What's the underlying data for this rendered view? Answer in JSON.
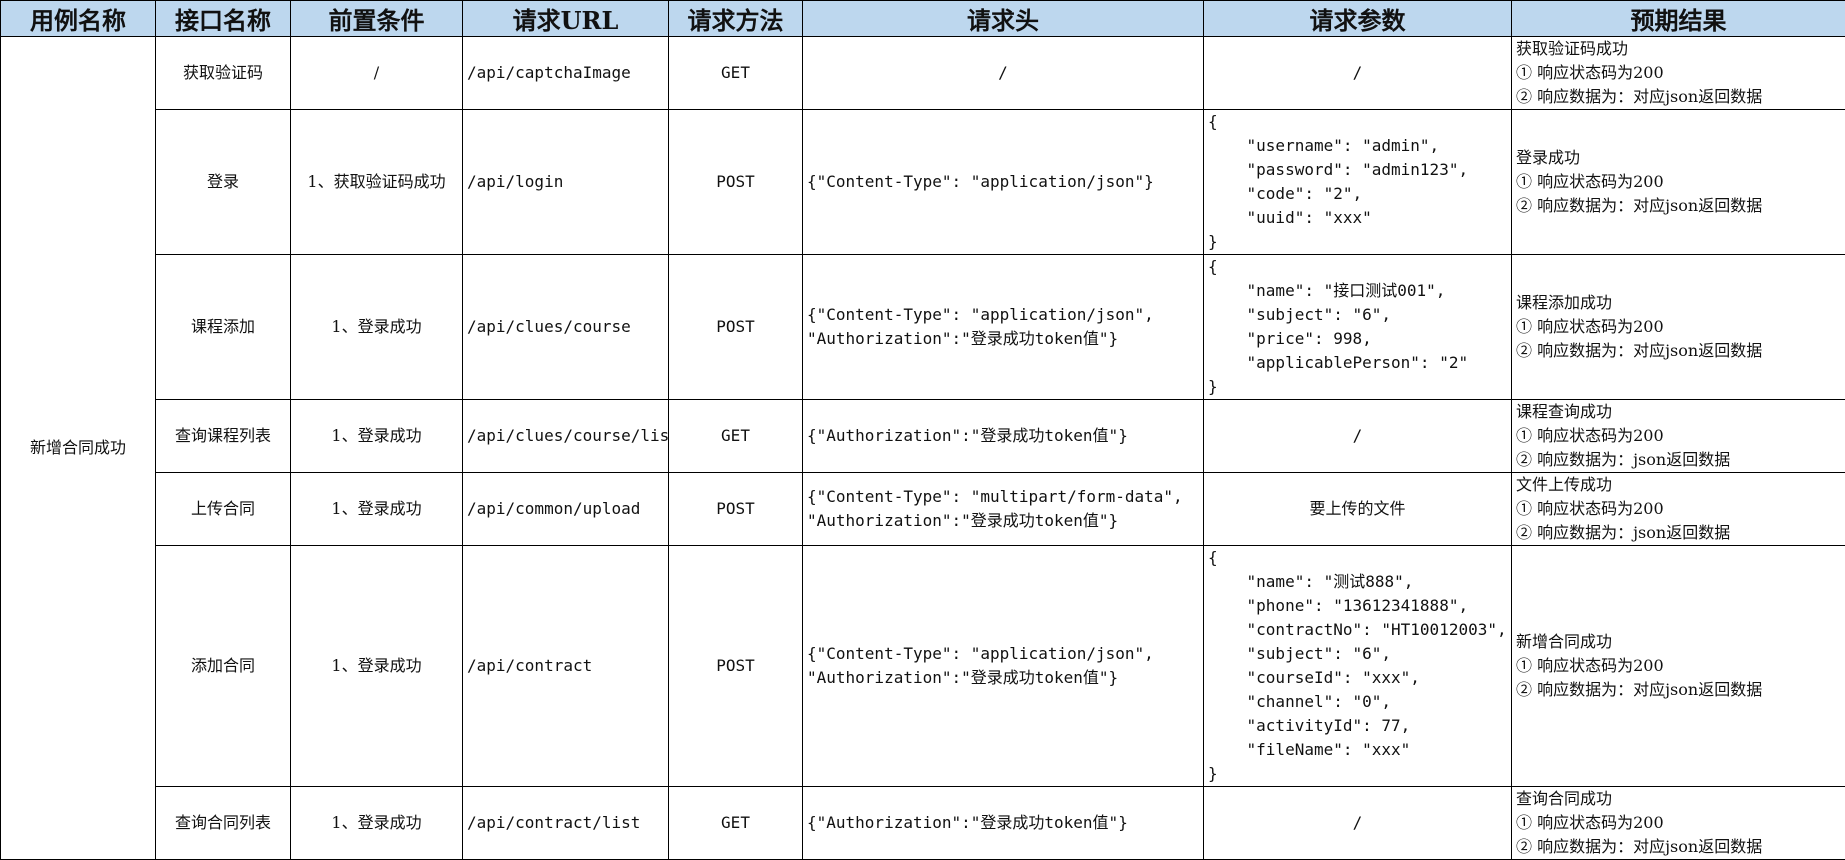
{
  "headers": [
    "用例名称",
    "接口名称",
    "前置条件",
    "请求URL",
    "请求方法",
    "请求头",
    "请求参数",
    "预期结果"
  ],
  "case_name": "新增合同成功",
  "rows": [
    {
      "interface": "获取验证码",
      "precondition": "/",
      "url": "/api/captchaImage",
      "method": "GET",
      "headers": "/",
      "params": "/",
      "expected": [
        "获取验证码成功",
        "① 响应状态码为200",
        "② 响应数据为：对应json返回数据"
      ]
    },
    {
      "interface": "登录",
      "precondition": "1、获取验证码成功",
      "url": "/api/login",
      "method": "POST",
      "headers": "{\"Content-Type\": \"application/json\"}",
      "params": "{\n    \"username\": \"admin\",\n    \"password\": \"admin123\",\n    \"code\": \"2\",\n    \"uuid\": \"xxx\"\n}",
      "expected": [
        "登录成功",
        "① 响应状态码为200",
        "② 响应数据为：对应json返回数据"
      ]
    },
    {
      "interface": "课程添加",
      "precondition": "1、登录成功",
      "url": "/api/clues/course",
      "method": "POST",
      "headers": "{\"Content-Type\": \"application/json\",\n\"Authorization\":\"登录成功token值\"}",
      "params": "{\n    \"name\": \"接口测试001\",\n    \"subject\": \"6\",\n    \"price\": 998,\n    \"applicablePerson\": \"2\"\n}",
      "expected": [
        "课程添加成功",
        "① 响应状态码为200",
        "② 响应数据为：对应json返回数据"
      ]
    },
    {
      "interface": "查询课程列表",
      "precondition": "1、登录成功",
      "url": "/api/clues/course/list",
      "method": "GET",
      "headers": "{\"Authorization\":\"登录成功token值\"}",
      "params": "/",
      "expected": [
        "课程查询成功",
        "① 响应状态码为200",
        "② 响应数据为：json返回数据"
      ]
    },
    {
      "interface": "上传合同",
      "precondition": "1、登录成功",
      "url": "/api/common/upload",
      "method": "POST",
      "headers": "{\"Content-Type\": \"multipart/form-data\",\n\"Authorization\":\"登录成功token值\"}",
      "params": "要上传的文件",
      "expected": [
        "文件上传成功",
        "① 响应状态码为200",
        "② 响应数据为：json返回数据"
      ]
    },
    {
      "interface": "添加合同",
      "precondition": "1、登录成功",
      "url": "/api/contract",
      "method": "POST",
      "headers": "{\"Content-Type\": \"application/json\",\n\"Authorization\":\"登录成功token值\"}",
      "params": "{\n    \"name\": \"测试888\",\n    \"phone\": \"13612341888\",\n    \"contractNo\": \"HT10012003\",\n    \"subject\": \"6\",\n    \"courseId\": \"xxx\",\n    \"channel\": \"0\",\n    \"activityId\": 77,\n    \"fileName\": \"xxx\"\n}",
      "expected": [
        "新增合同成功",
        "① 响应状态码为200",
        "② 响应数据为：对应json返回数据"
      ]
    },
    {
      "interface": "查询合同列表",
      "precondition": "1、登录成功",
      "url": "/api/contract/list",
      "method": "GET",
      "headers": "{\"Authorization\":\"登录成功token值\"}",
      "params": "/",
      "expected": [
        "查询合同成功",
        "① 响应状态码为200",
        "② 响应数据为：对应json返回数据"
      ]
    }
  ]
}
